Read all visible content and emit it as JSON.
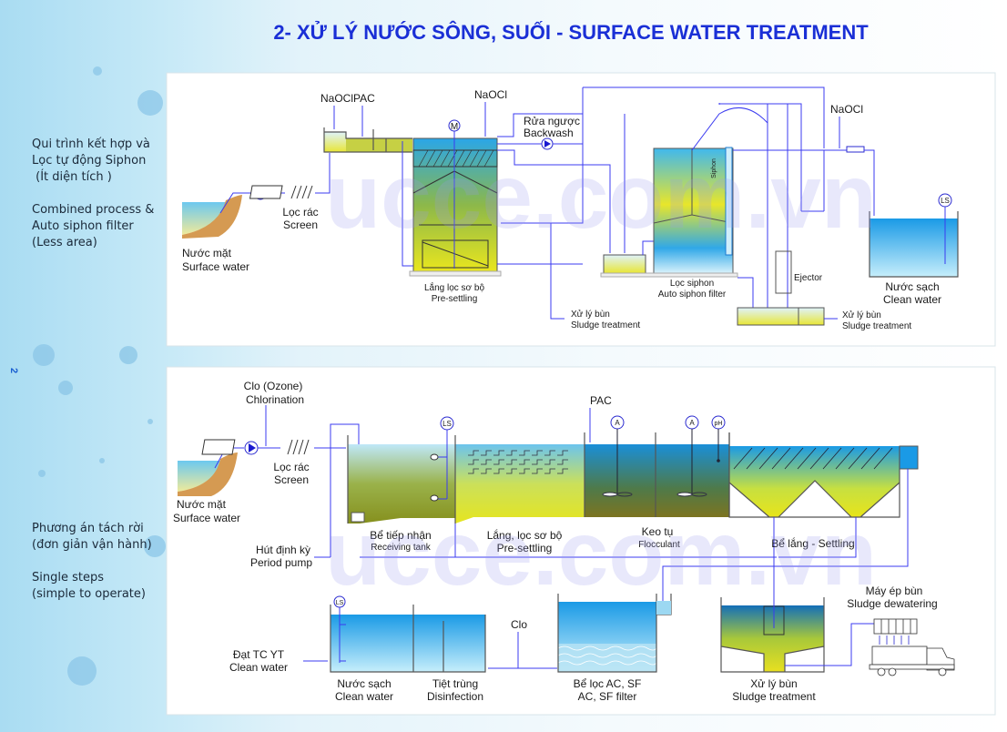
{
  "title": "2- XỬ LÝ NƯỚC SÔNG, SUỐI - SURFACE WATER TREATMENT",
  "page_number": "2",
  "watermark": "ucce.com.vn",
  "side": {
    "p1_vi": "Qui trình kết hợp và\nLọc tự động Siphon\n (Ít diện tích )",
    "p1_en": "Combined process &\nAuto siphon filter\n(Less area)",
    "p2_vi": "Phương án tách rời\n(đơn giản vận hành)",
    "p2_en": "Single steps\n(simple to operate)"
  },
  "panel1": {
    "naocl1": "NaOCl",
    "pac": "PAC",
    "naocl2": "NaOCl",
    "naocl3": "NaOCl",
    "motor": "M",
    "ls": "LS",
    "siphon": "Siphon",
    "ejector": "Ejector",
    "backwash_vi": "Rửa ngược",
    "backwash_en": "Backwash",
    "screen_vi": "Lọc rác",
    "screen_en": "Screen",
    "source_vi": "Nước mặt",
    "source_en": "Surface water",
    "presettle_vi": "Lắng lọc sơ bộ",
    "presettle_en": "Pre-settling",
    "filter_vi": "Lọc siphon",
    "filter_en": "Auto siphon filter",
    "sludge1_vi": "Xử lý bùn",
    "sludge1_en": "Sludge treatment",
    "sludge2_vi": "Xử lý bùn",
    "sludge2_en": "Sludge treatment",
    "clean_vi": "Nước sạch",
    "clean_en": "Clean water"
  },
  "panel2": {
    "clo_vi": "Clo (Ozone)",
    "clo_en": "Chlorination",
    "screen_vi": "Lọc rác",
    "screen_en": "Screen",
    "source_vi": "Nước mặt",
    "source_en": "Surface water",
    "ls1": "LS",
    "ls2": "LS",
    "a1": "A",
    "a2": "A",
    "ph": "pH",
    "pac": "PAC",
    "receiving_vi": "Bể tiếp nhận",
    "receiving_en": "Receiving tank",
    "presettle_vi": "Lắng, lọc sơ bộ",
    "presettle_en": "Pre-settling",
    "floc_vi": "Keo tụ",
    "floc_en": "Flocculant",
    "settling": "Bể lắng - Settling",
    "period_vi": "Hút định kỳ",
    "period_en": "Period pump",
    "outlet_vi": "Đạt TC YT",
    "outlet_en": "Clean water",
    "clean_vi": "Nước sạch",
    "clean_en": "Clean water",
    "disinf_vi": "Tiệt trùng",
    "disinf_en": "Disinfection",
    "clo2": "Clo",
    "filter_vi": "Bể lọc AC, SF",
    "filter_en": "AC, SF filter",
    "sludge_vi": "Xử lý bùn",
    "sludge_en": "Sludge treatment",
    "press_vi": "Máy ép bùn",
    "press_en": "Sludge dewatering"
  }
}
